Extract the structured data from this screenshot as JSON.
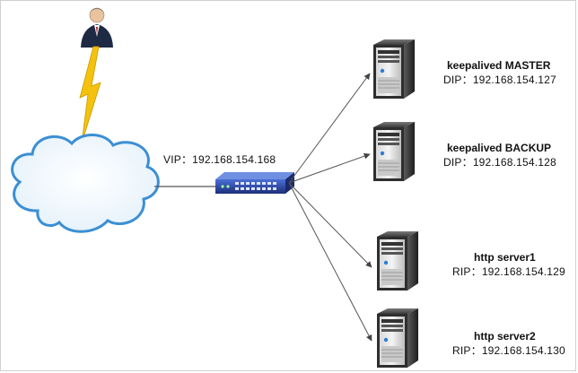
{
  "vip": {
    "label": "VIP：",
    "address": "192.168.154.168"
  },
  "servers": [
    {
      "name": "keepalived MASTER",
      "ip_label": "DIP：",
      "ip": "192.168.154.127"
    },
    {
      "name": "keepalived BACKUP",
      "ip_label": "DIP：",
      "ip": "192.168.154.128"
    },
    {
      "name": "http server1",
      "ip_label": "RIP：",
      "ip": "192.168.154.129"
    },
    {
      "name": "http server2",
      "ip_label": "RIP：",
      "ip": "192.168.154.130"
    }
  ],
  "icons": {
    "user": "user-icon",
    "lightning": "lightning-icon",
    "cloud": "cloud-icon",
    "switch": "switch-icon",
    "server": "server-icon"
  },
  "colors": {
    "cloud_stroke": "#3b8fd4",
    "lightning": "#f4c20d",
    "switch_body": "#2a4aa8",
    "line": "#555555",
    "server_body": "#3a3a3a"
  }
}
